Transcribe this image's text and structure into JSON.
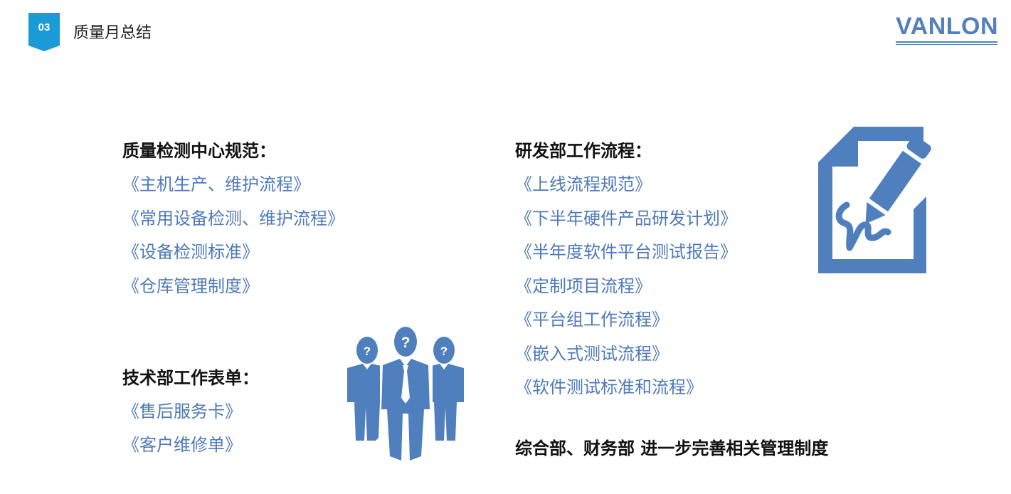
{
  "header": {
    "badge_number": "03",
    "section_title": "质量月总结",
    "logo_text": "VANLON"
  },
  "quality_center": {
    "heading": "质量检测中心规范：",
    "items": [
      "《主机生产、维护流程》",
      "《常用设备检测、维护流程》",
      "《设备检测标准》",
      "《仓库管理制度》"
    ]
  },
  "rd_department": {
    "heading": "研发部工作流程：",
    "items": [
      "《上线流程规范》",
      "《下半年硬件产品研发计划》",
      "《半年度软件平台测试报告》",
      "《定制项目流程》",
      "《平台组工作流程》",
      "《嵌入式测试流程》",
      "《软件测试标准和流程》"
    ]
  },
  "tech_department": {
    "heading": "技术部工作表单：",
    "items": [
      "《售后服务卡》",
      "《客户维修单》"
    ]
  },
  "general_finance": {
    "text": "综合部、财务部  进一步完善相关管理制度"
  },
  "icons": {
    "document": "document-signature-icon",
    "people": "people-question-icon"
  },
  "colors": {
    "accent": "#1a9ad6",
    "brand": "#5680bd",
    "link_text": "#4e7ab8",
    "icon": "#4f80bd"
  }
}
